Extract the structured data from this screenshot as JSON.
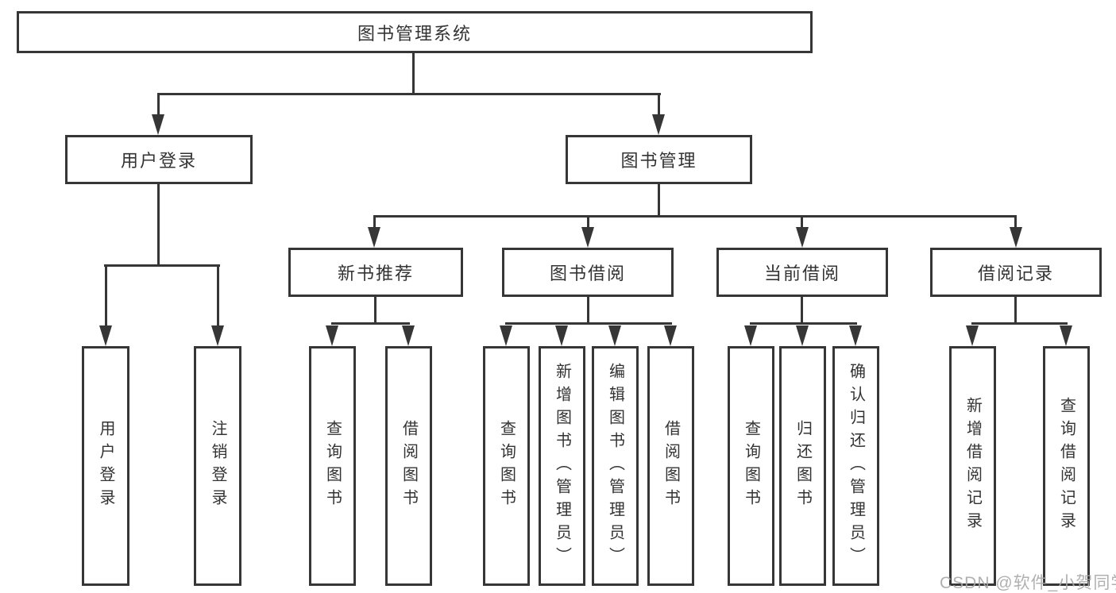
{
  "tree": {
    "root": {
      "label": "图书管理系统"
    },
    "children": [
      {
        "label": "用户登录",
        "children": [
          {
            "label": "用户登录"
          },
          {
            "label": "注销登录"
          }
        ]
      },
      {
        "label": "图书管理",
        "children": [
          {
            "label": "新书推荐",
            "children": [
              {
                "label": "查询图书"
              },
              {
                "label": "借阅图书"
              }
            ]
          },
          {
            "label": "图书借阅",
            "children": [
              {
                "label": "查询图书"
              },
              {
                "label": "新增图书（管理员）"
              },
              {
                "label": "编辑图书（管理员）"
              },
              {
                "label": "借阅图书"
              }
            ]
          },
          {
            "label": "当前借阅",
            "children": [
              {
                "label": "查询图书"
              },
              {
                "label": "归还图书"
              },
              {
                "label": "确认归还（管理员）"
              }
            ]
          },
          {
            "label": "借阅记录",
            "children": [
              {
                "label": "新增借阅记录"
              },
              {
                "label": "查询借阅记录"
              }
            ]
          }
        ]
      }
    ]
  },
  "watermark": "CSDN @软件_小贺同学",
  "colors": {
    "line": "#363636",
    "text": "#333333",
    "watermark": "#a8a8a8",
    "background": "#ffffff"
  }
}
